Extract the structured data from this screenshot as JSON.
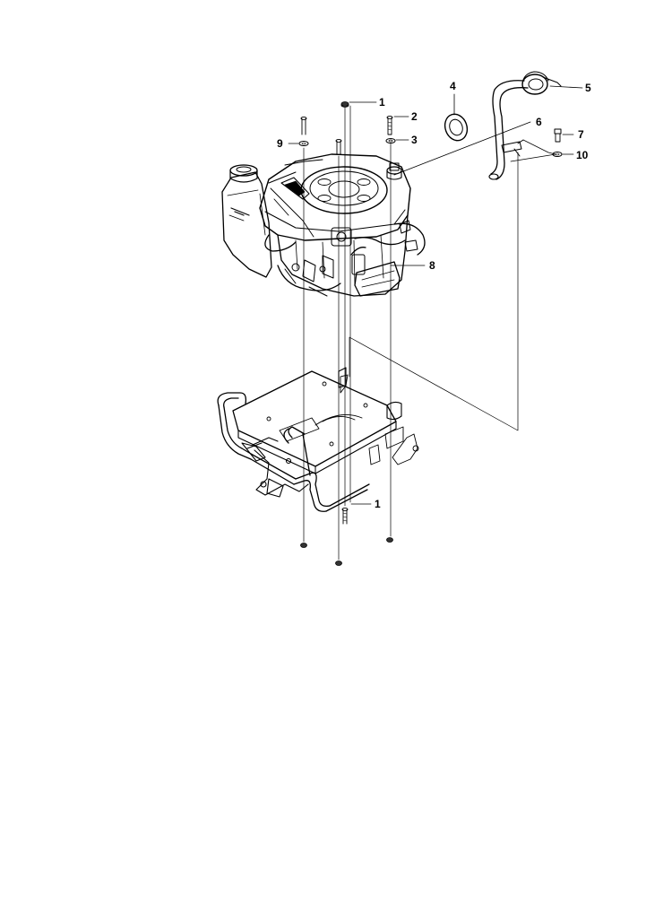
{
  "diagram": {
    "callouts": {
      "c1_top": "1",
      "c2": "2",
      "c3": "3",
      "c4": "4",
      "c5": "5",
      "c6": "6",
      "c7": "7",
      "c8": "8",
      "c9": "9",
      "c10": "10",
      "c1_bottom": "1"
    },
    "colors": {
      "line": "#000000",
      "paper": "#ffffff"
    }
  }
}
